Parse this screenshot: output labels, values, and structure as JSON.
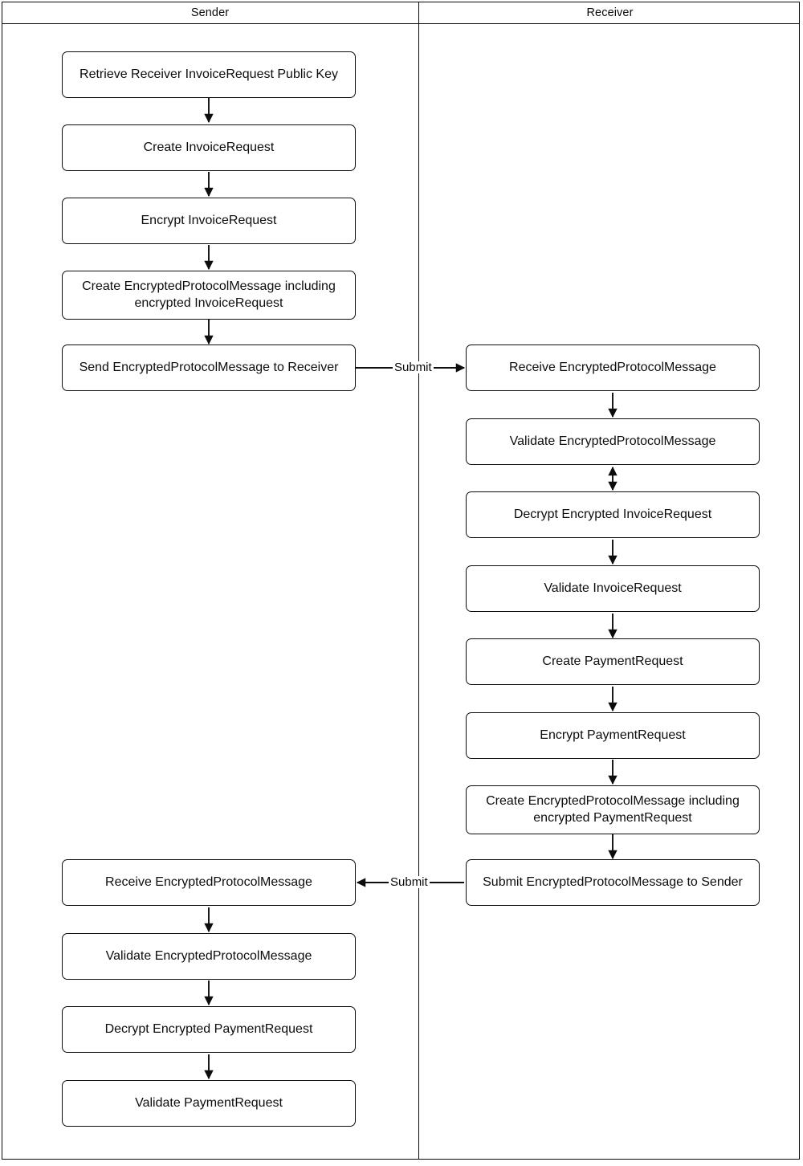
{
  "diagram": {
    "type": "swimlane-flowchart",
    "title": "",
    "lanes": [
      {
        "id": "sender",
        "label": "Sender"
      },
      {
        "id": "receiver",
        "label": "Receiver"
      }
    ],
    "colors": {
      "stroke": "#0d0d0d",
      "fill": "#ffffff",
      "text": "#0d0d0d",
      "frame": "#0a0a0a"
    }
  },
  "sender_nodes": [
    {
      "id": "s1",
      "label": "Retrieve Receiver InvoiceRequest Public Key"
    },
    {
      "id": "s2",
      "label": "Create InvoiceRequest"
    },
    {
      "id": "s3",
      "label": "Encrypt InvoiceRequest"
    },
    {
      "id": "s4",
      "label": "Create EncryptedProtocolMessage including\nencrypted InvoiceRequest"
    },
    {
      "id": "s5",
      "label": "Send EncryptedProtocolMessage to Receiver"
    },
    {
      "id": "s6",
      "label": "Receive EncryptedProtocolMessage"
    },
    {
      "id": "s7",
      "label": "Validate EncryptedProtocolMessage"
    },
    {
      "id": "s8",
      "label": "Decrypt Encrypted PaymentRequest"
    },
    {
      "id": "s9",
      "label": "Validate PaymentRequest"
    }
  ],
  "receiver_nodes": [
    {
      "id": "r1",
      "label": "Receive EncryptedProtocolMessage"
    },
    {
      "id": "r2",
      "label": "Validate EncryptedProtocolMessage"
    },
    {
      "id": "r3",
      "label": "Decrypt Encrypted InvoiceRequest"
    },
    {
      "id": "r4",
      "label": "Validate InvoiceRequest"
    },
    {
      "id": "r5",
      "label": "Create PaymentRequest"
    },
    {
      "id": "r6",
      "label": "Encrypt PaymentRequest"
    },
    {
      "id": "r7",
      "label": "Create EncryptedProtocolMessage including\nencrypted PaymentRequest"
    },
    {
      "id": "r8",
      "label": "Submit EncryptedProtocolMessage to Sender"
    }
  ],
  "edge_labels": {
    "submit_to_receiver": "Submit",
    "submit_to_sender": "Submit"
  },
  "edges": [
    {
      "from": "s1",
      "to": "s2",
      "kind": "down",
      "label": ""
    },
    {
      "from": "s2",
      "to": "s3",
      "kind": "down",
      "label": ""
    },
    {
      "from": "s3",
      "to": "s4",
      "kind": "down",
      "label": ""
    },
    {
      "from": "s4",
      "to": "s5",
      "kind": "down",
      "label": ""
    },
    {
      "from": "s5",
      "to": "r1",
      "kind": "right",
      "label": "Submit"
    },
    {
      "from": "r1",
      "to": "r2",
      "kind": "down",
      "label": ""
    },
    {
      "from": "r2",
      "to": "r3",
      "kind": "bidirectional",
      "label": ""
    },
    {
      "from": "r3",
      "to": "r4",
      "kind": "down",
      "label": ""
    },
    {
      "from": "r4",
      "to": "r5",
      "kind": "down",
      "label": ""
    },
    {
      "from": "r5",
      "to": "r6",
      "kind": "down",
      "label": ""
    },
    {
      "from": "r6",
      "to": "r7",
      "kind": "down",
      "label": ""
    },
    {
      "from": "r7",
      "to": "r8",
      "kind": "down",
      "label": ""
    },
    {
      "from": "r8",
      "to": "s6",
      "kind": "left",
      "label": "Submit"
    },
    {
      "from": "s6",
      "to": "s7",
      "kind": "down",
      "label": ""
    },
    {
      "from": "s7",
      "to": "s8",
      "kind": "down",
      "label": ""
    },
    {
      "from": "s8",
      "to": "s9",
      "kind": "down",
      "label": ""
    }
  ]
}
